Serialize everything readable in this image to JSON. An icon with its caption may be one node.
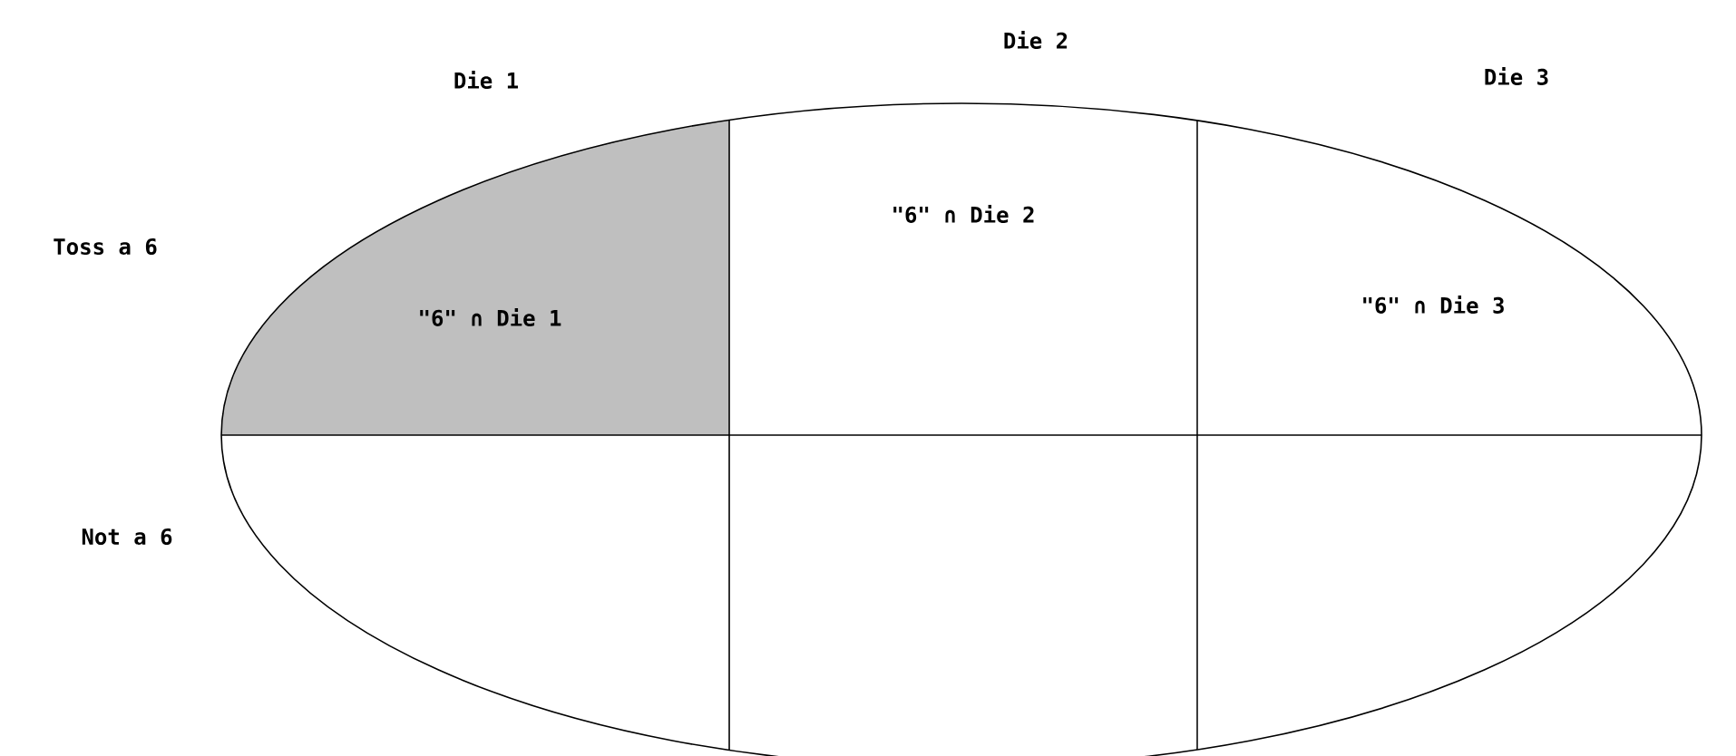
{
  "diagram": {
    "nodes": [
      {
        "text": [],
        "shape": "ellipse"
      },
      {
        "text": [
          "\"6\" ∩ Die 1"
        ],
        "in": 0
      },
      {
        "text": [
          "\"6\" ∩ Die 2"
        ],
        "in": 0
      },
      {
        "text": [
          "\"6\" ∩ Die 3"
        ],
        "in": 0
      }
    ],
    "labels": [
      "Die 2",
      "Die 1",
      "Die 3",
      "Toss a 6",
      "Not a 6"
    ]
  }
}
